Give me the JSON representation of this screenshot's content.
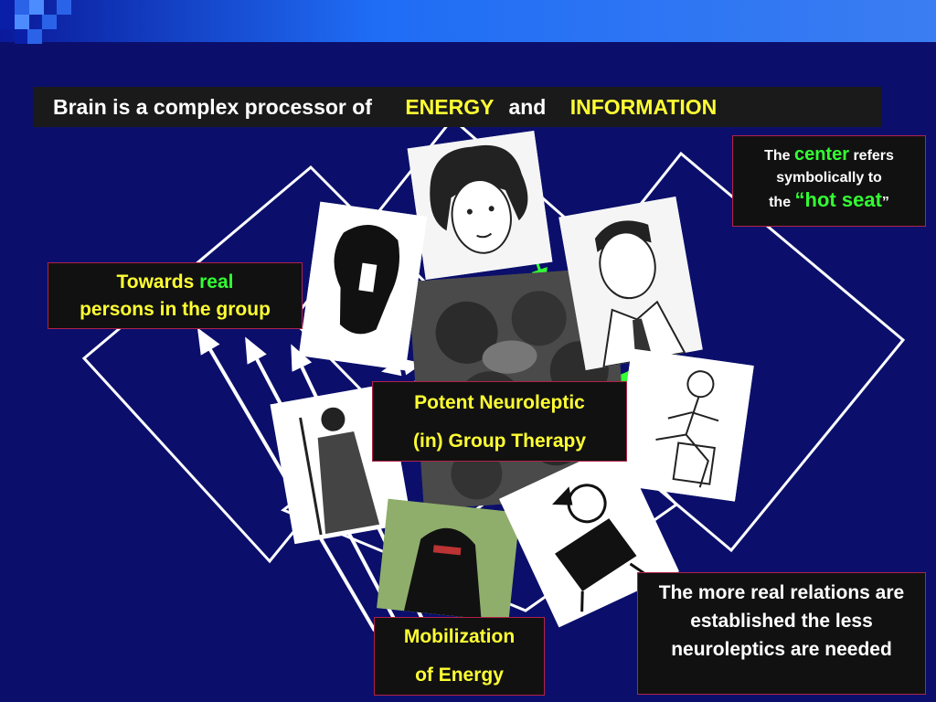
{
  "title": {
    "part1": "Brain is a complex processor   of",
    "part2": "ENERGY",
    "part3": "and",
    "part4": "INFORMATION"
  },
  "center_note": {
    "t1": "The",
    "t2": "center",
    "t3": "refers",
    "t4": "symbolically   to",
    "t5": "the",
    "t6": "“hot seat",
    "t7": "”"
  },
  "left_box": {
    "l1a": "Towards",
    "l1b": "real",
    "l2": "persons in the group"
  },
  "center_box": {
    "l1": "Potent Neuroleptic",
    "l2": "(in)  Group Therapy"
  },
  "bottom_box": {
    "l1": "Mobilization",
    "l2": "of    Energy"
  },
  "right_box": {
    "text": "The more real relations are established the less neuroleptics are needed"
  },
  "colors": {
    "background": "#0b0f6b",
    "box": "#111111",
    "border": "#b0224a",
    "yellow": "#ffff33",
    "green": "#33ff33"
  },
  "icons": [
    "woman-sketch-icon",
    "man-tie-sketch-icon",
    "silhouette-profile-icon",
    "seated-man-sketch-icon",
    "soldier-sketch-icon",
    "veiled-woman-photo-icon",
    "cartoon-figure-icon",
    "group-crowd-photo-icon"
  ]
}
